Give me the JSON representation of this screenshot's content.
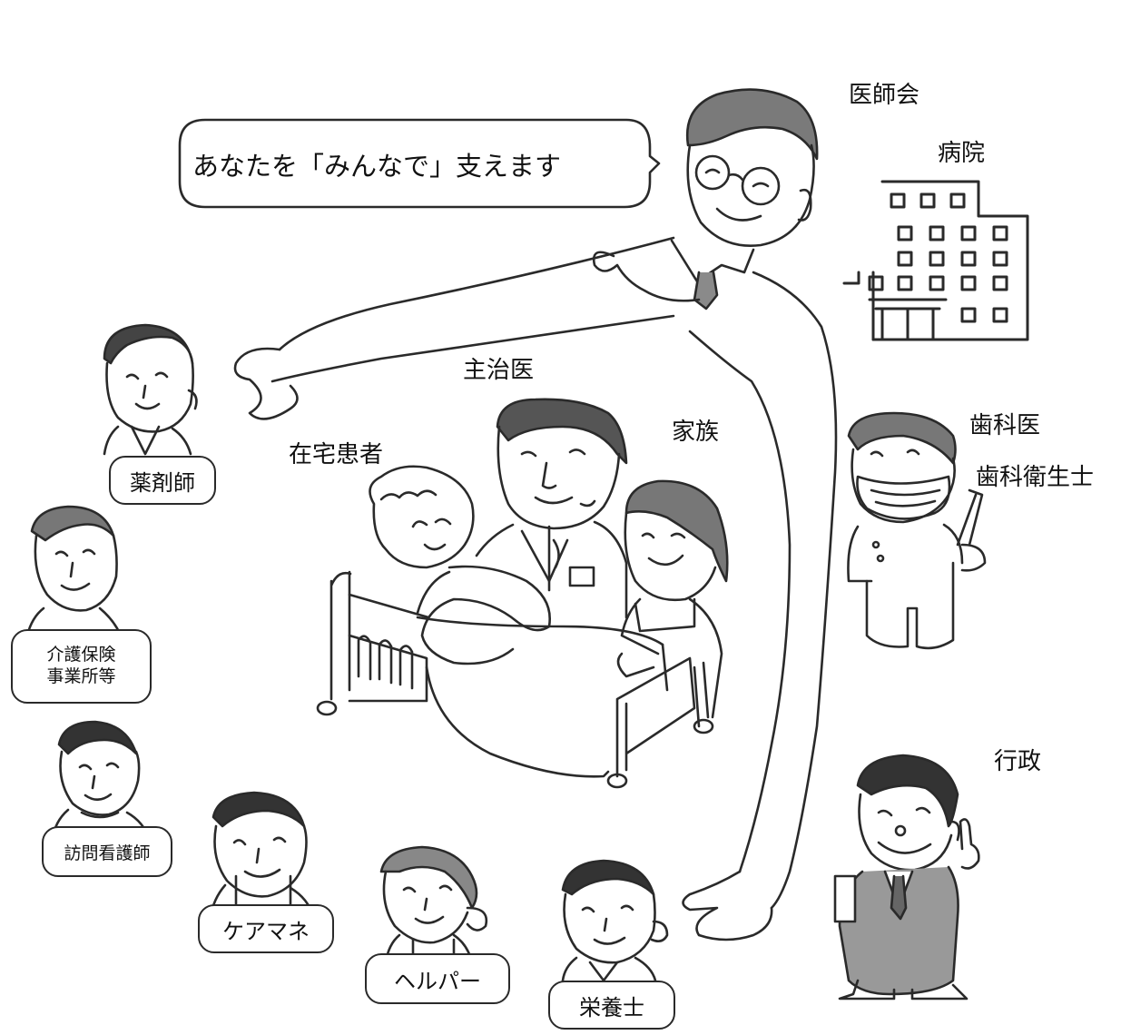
{
  "speech_bubble": {
    "text": "あなたを「みんなで」支えます"
  },
  "labels": {
    "medical_association": "医師会",
    "hospital": "病院",
    "attending_physician": "主治医",
    "home_patient": "在宅患者",
    "family": "家族",
    "dentist": "歯科医",
    "dental_hygienist": "歯科衛生士",
    "administration": "行政"
  },
  "tags": {
    "pharmacist": "薬剤師",
    "care_insurance_line1": "介護保険",
    "care_insurance_line2": "事業所等",
    "visiting_nurse": "訪問看護師",
    "care_manager": "ケアマネ",
    "helper": "ヘルパー",
    "nutritionist": "栄養士"
  }
}
